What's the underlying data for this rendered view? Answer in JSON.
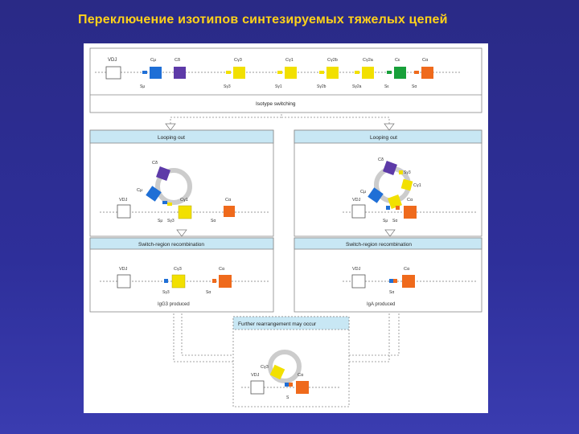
{
  "slide": {
    "title": "Переключение изотипов синтезируемых тяжелых цепей"
  },
  "germline": {
    "vdj": "VDJ",
    "genes": [
      {
        "label": "Cμ",
        "color": "#1f6fd6"
      },
      {
        "label": "Cδ",
        "color": "#5d3aa8"
      },
      {
        "label": "Cγ3",
        "color": "#f2e000"
      },
      {
        "label": "Cγ1",
        "color": "#f2e000"
      },
      {
        "label": "Cγ2b",
        "color": "#f2e000"
      },
      {
        "label": "Cγ2a",
        "color": "#f2e000"
      },
      {
        "label": "Cε",
        "color": "#18a03a"
      },
      {
        "label": "Cα",
        "color": "#ef6a1c"
      }
    ],
    "switch_labels": [
      "Sμ",
      "Sγ3",
      "Sγ1",
      "Sγ2b",
      "Sγ2a",
      "Sε",
      "Sα"
    ],
    "caption": "Isotype switching"
  },
  "left": {
    "loop_header": "Looping out",
    "loop_labels": {
      "cdelta": "Cδ",
      "cmu": "Cμ",
      "vdj": "VDJ",
      "cg1": "Cγ1",
      "ca": "Cα",
      "smu": "Sμ",
      "sg3": "Sγ3",
      "sa": "Sα"
    },
    "recomb_header": "Switch-region recombination",
    "recomb_labels": {
      "vdj": "VDJ",
      "cg3": "Cγ3",
      "ca": "Cα",
      "sg3": "Sγ3",
      "sa": "Sα"
    },
    "produced": "IgG3 produced"
  },
  "right": {
    "loop_header": "Looping out",
    "loop_labels": {
      "cdelta": "Cδ",
      "sg3": "Sγ3",
      "cg1": "Cγ1",
      "cmu": "Cμ",
      "vdj": "VDJ",
      "ca": "Cα",
      "smu": "Sμ",
      "sa": "Sα"
    },
    "recomb_header": "Switch-region recombination",
    "recomb_labels": {
      "vdj": "VDJ",
      "ca": "Cα",
      "sa": "Sα"
    },
    "produced": "IgA produced"
  },
  "further": {
    "header": "Further rearrangement may occur",
    "labels": {
      "cg3": "Cγ3",
      "vdj": "VDJ",
      "ca": "Cα",
      "s": "S"
    }
  },
  "colors": {
    "header_fill": "#c8e7f4",
    "mu": "#1f6fd6",
    "delta": "#5d3aa8",
    "gamma": "#f2e000",
    "epsilon": "#18a03a",
    "alpha": "#ef6a1c",
    "dna": "#888888"
  }
}
